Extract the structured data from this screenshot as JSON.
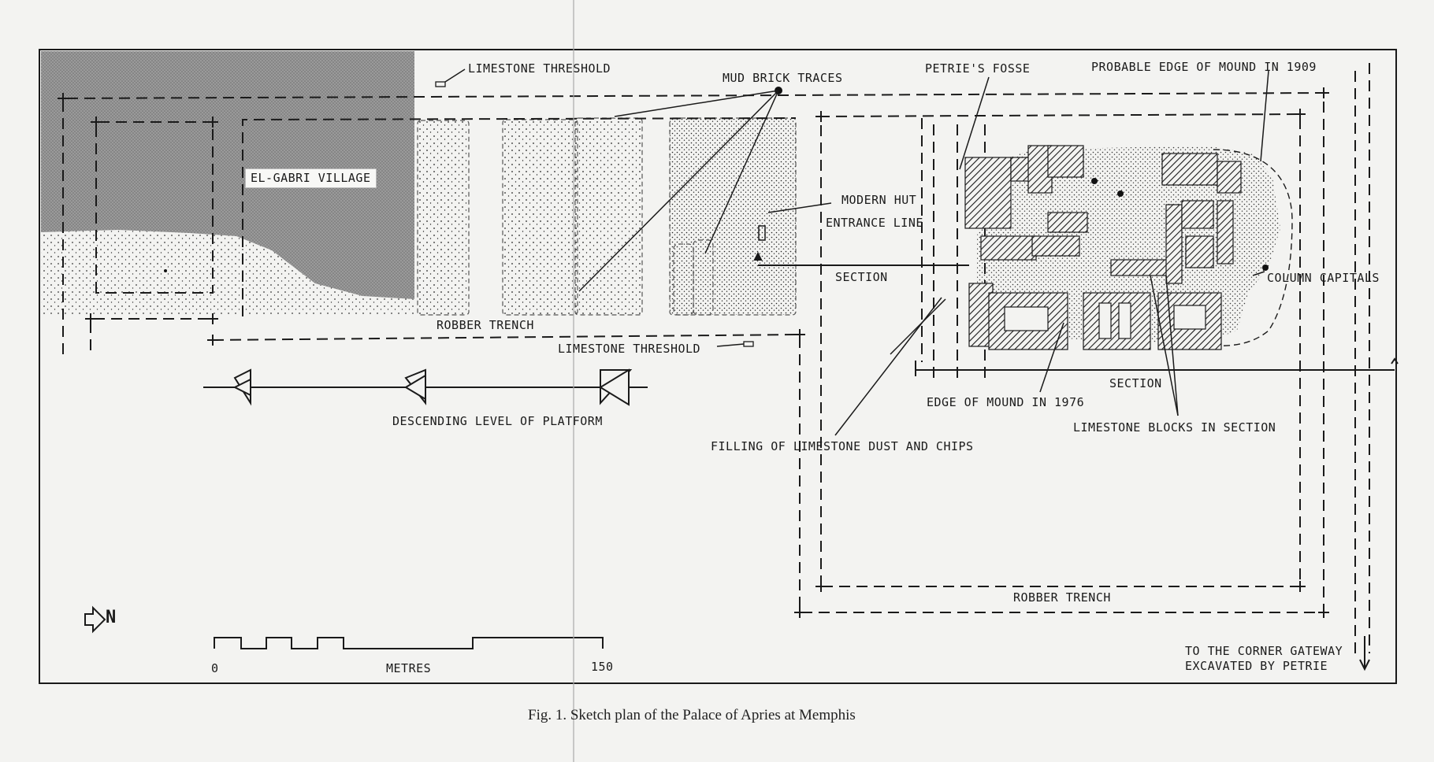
{
  "labels": {
    "limestone_threshold_top": "LIMESTONE THRESHOLD",
    "mud_brick_traces": "MUD BRICK TRACES",
    "petries_fosse": "PETRIE'S FOSSE",
    "probable_edge_1909": "PROBABLE EDGE OF MOUND IN 1909",
    "el_gabri_village": "EL-GABRI VILLAGE",
    "modern_hut": "MODERN HUT",
    "entrance_line": "ENTRANCE LINE",
    "section_upper": "SECTION",
    "column_capitals": "COLUMN CAPITALS",
    "robber_trench_left": "ROBBER TRENCH",
    "limestone_threshold_bottom": "LIMESTONE THRESHOLD",
    "section_lower": "SECTION",
    "edge_1976": "EDGE OF MOUND IN 1976",
    "limestone_blocks": "LIMESTONE BLOCKS IN SECTION",
    "descending_level": "DESCENDING LEVEL OF PLATFORM",
    "filling": "FILLING OF LIMESTONE DUST AND CHIPS",
    "robber_trench_right": "ROBBER TRENCH",
    "corner_gateway_1": "TO THE CORNER GATEWAY",
    "corner_gateway_2": "EXCAVATED BY PETRIE",
    "north": "N"
  },
  "scale": {
    "start": "0",
    "unit": "METRES",
    "end": "150"
  },
  "caption": "Fig. 1. Sketch plan of the Palace of Apries at Memphis",
  "colors": {
    "ink": "#1a1a1a",
    "paper": "#f3f3f1",
    "village_shade": "#8d8d8d"
  }
}
